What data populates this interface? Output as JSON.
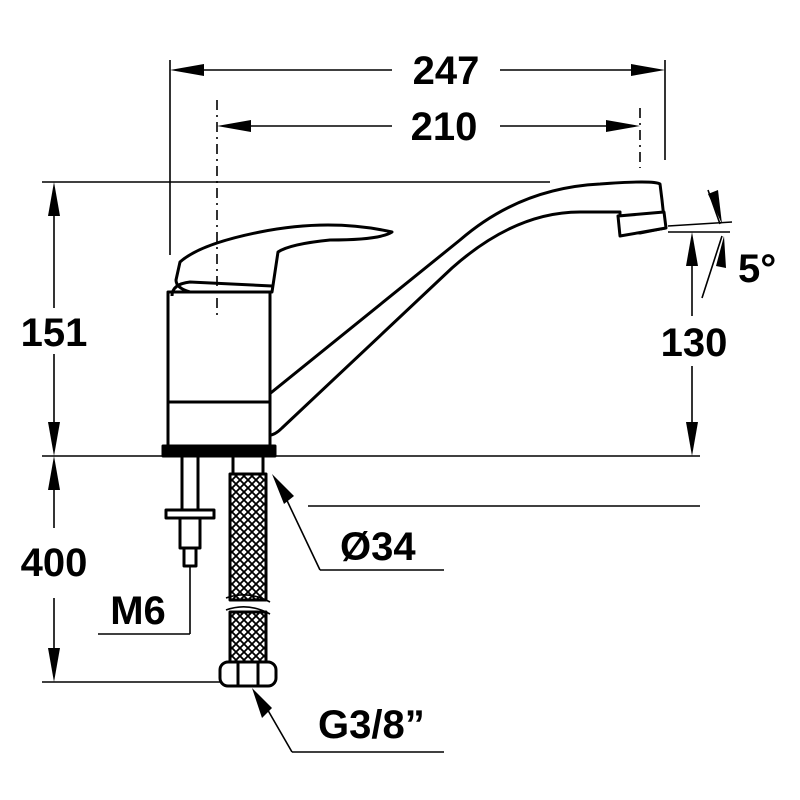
{
  "dimensions": {
    "overall_width": "247",
    "spout_reach": "210",
    "total_height": "151",
    "spout_height": "130",
    "spout_angle": "5°",
    "base_diameter": "Ø34",
    "hose_length": "400",
    "stud_thread": "M6",
    "hose_thread": "G3/8”"
  },
  "colors": {
    "line": "#000000",
    "background": "#ffffff"
  }
}
